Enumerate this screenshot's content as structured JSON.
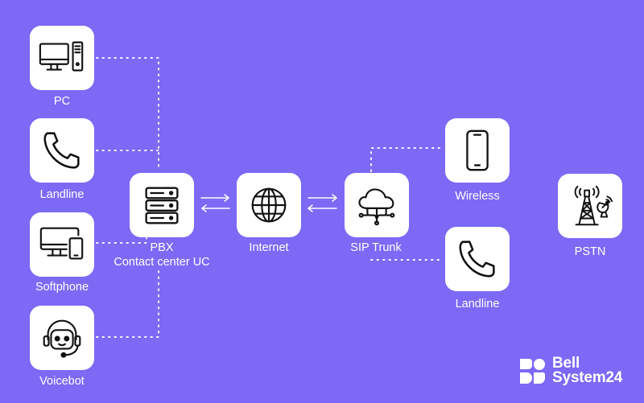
{
  "nodes": {
    "pc": {
      "label": "PC",
      "icon": "desktop-computer-icon"
    },
    "landline_left": {
      "label": "Landline",
      "icon": "phone-handset-icon"
    },
    "softphone": {
      "label": "Softphone",
      "icon": "monitor-tablet-icon"
    },
    "voicebot": {
      "label": "Voicebot",
      "icon": "robot-headset-icon"
    },
    "pbx": {
      "label_line1": "PBX",
      "label_line2": "Contact center UC",
      "icon": "server-rack-icon"
    },
    "internet": {
      "label": "Internet",
      "icon": "globe-icon"
    },
    "sip_trunk": {
      "label": "SIP Trunk",
      "icon": "cloud-network-icon"
    },
    "wireless": {
      "label": "Wireless",
      "icon": "mobile-phone-icon"
    },
    "landline_right": {
      "label": "Landline",
      "icon": "phone-handset-icon"
    },
    "pstn": {
      "label": "PSTN",
      "icon": "radio-tower-icon"
    }
  },
  "brand": {
    "line1": "Bell",
    "line2": "System24"
  },
  "colors": {
    "background": "#7c69f5",
    "card": "#ffffff",
    "icon": "#111111",
    "connector": "#ffffff"
  }
}
